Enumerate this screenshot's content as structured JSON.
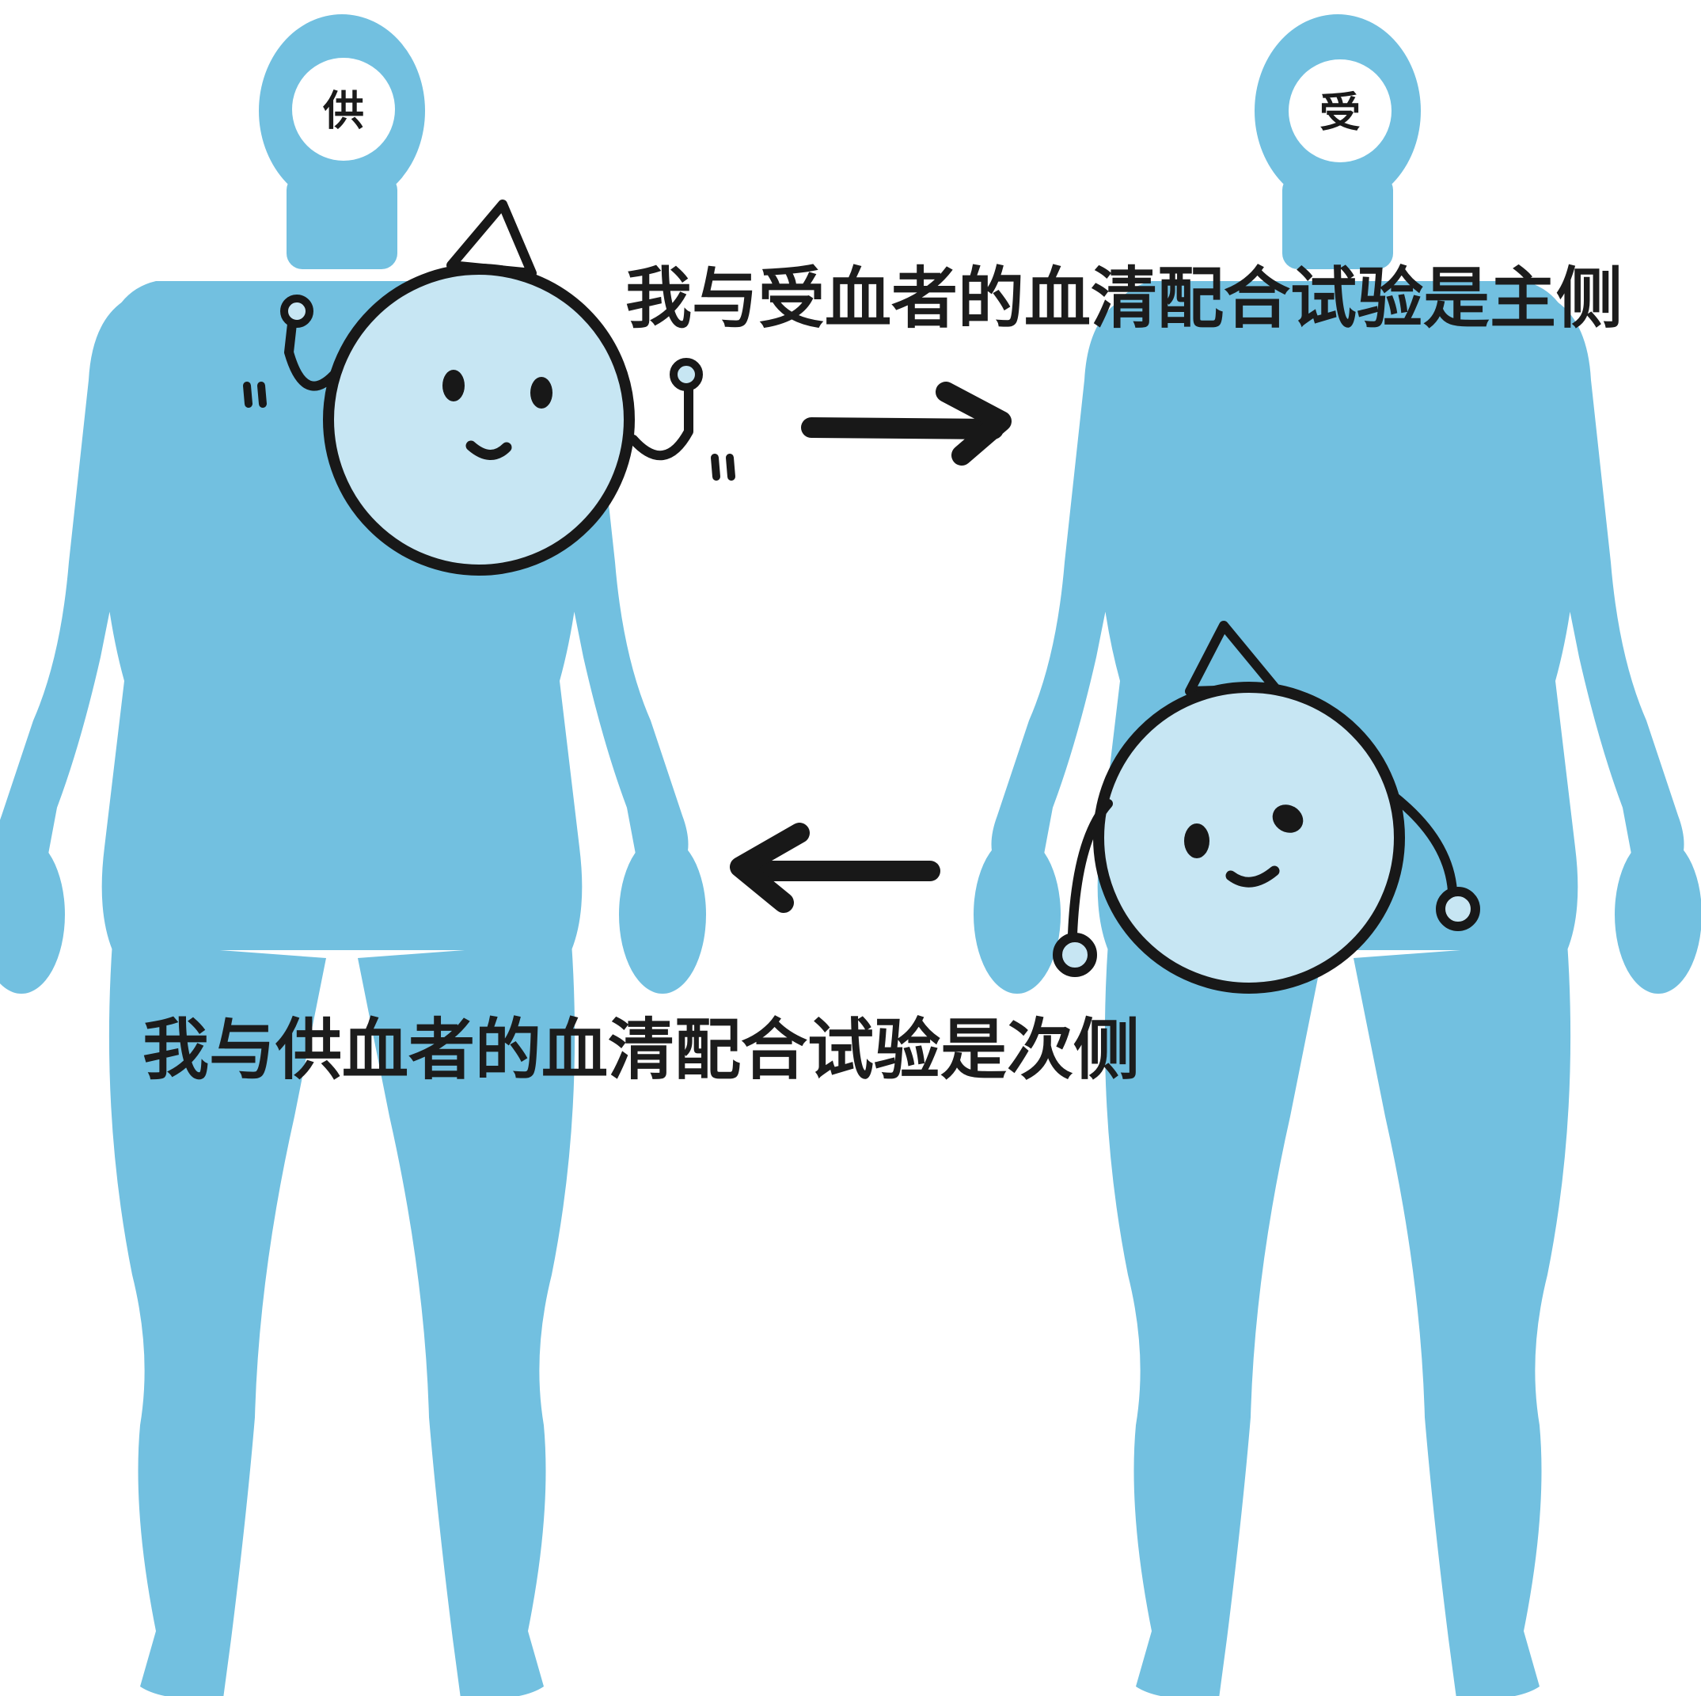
{
  "colors": {
    "body": "#72c0e0",
    "drop_fill": "#c7e6f3",
    "ink": "#181818",
    "head_circle": "#ffffff"
  },
  "donor": {
    "label": "供"
  },
  "recipient": {
    "label": "受"
  },
  "captions": {
    "major": "我与受血者的血清配合试验是主侧",
    "minor": "我与供血者的血清配合试验是次侧"
  },
  "icons": {
    "arrow_major": "arrow-right-icon",
    "arrow_minor": "arrow-left-icon",
    "drop_major": "blood-drop-character",
    "drop_minor": "blood-drop-character"
  }
}
